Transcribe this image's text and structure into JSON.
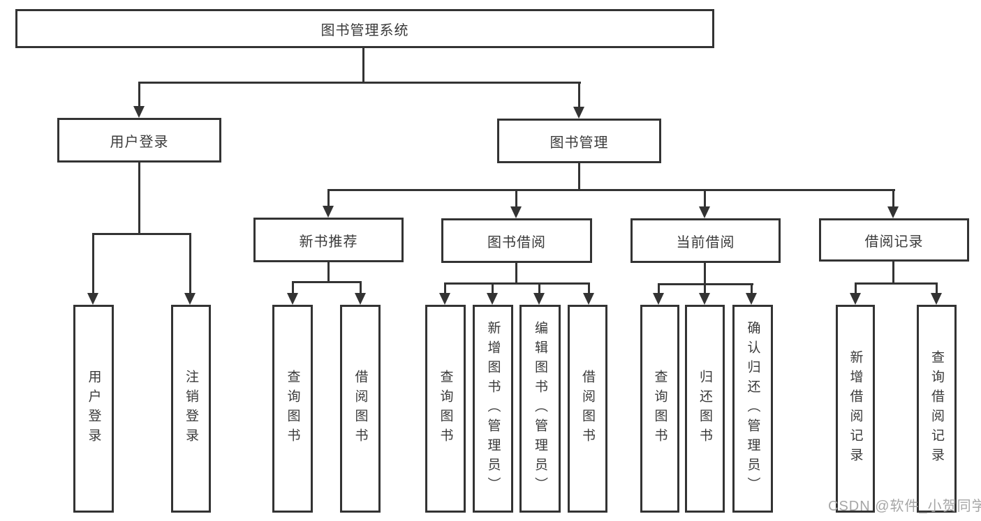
{
  "nodes": {
    "root": "图书管理系统",
    "level2": {
      "user_login": "用户登录",
      "book_mgmt": "图书管理"
    },
    "level3": {
      "new_book_rec": "新书推荐",
      "book_borrow": "图书借阅",
      "current_borrow": "当前借阅",
      "borrow_record": "借阅记录"
    },
    "leaves": {
      "user_login": "用户登录",
      "logout": "注销登录",
      "rec_query_books": "查询图书",
      "rec_borrow_books": "借阅图书",
      "bb_query_books": "查询图书",
      "bb_add_books": "新增图书（管理员）",
      "bb_edit_books": "编辑图书（管理员）",
      "bb_borrow_books": "借阅图书",
      "cb_query_books": "查询图书",
      "cb_return_books": "归还图书",
      "cb_confirm_return": "确认归还（管理员）",
      "br_add_record": "新增借阅记录",
      "br_query_record": "查询借阅记录"
    }
  },
  "watermark": {
    "text": "CSDN @软件_小贺同学"
  },
  "colors": {
    "line": "#333333",
    "text": "#3a3a3a",
    "watermark": "#a6a6a6",
    "background": "#ffffff"
  }
}
